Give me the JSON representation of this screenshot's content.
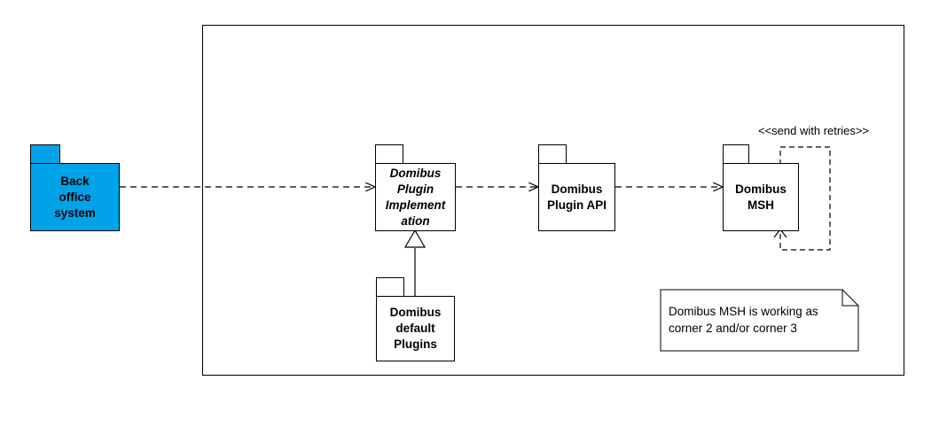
{
  "packages": {
    "back_office": {
      "label": "Back office system"
    },
    "plugin_impl": {
      "line1": "Domibus",
      "line2": "Plugin",
      "line3": "Implement",
      "line4": "ation"
    },
    "plugin_api": {
      "line1": "Domibus",
      "line2": "Plugin API"
    },
    "msh": {
      "line1": "Domibus",
      "line2": "MSH"
    },
    "default_plugins": {
      "line1": "Domibus",
      "line2": "default",
      "line3": "Plugins"
    }
  },
  "labels": {
    "self_loop": "<<send with retries>>"
  },
  "note": {
    "line1": "Domibus MSH is working as",
    "line2": "corner 2 and/or corner 3"
  },
  "colors": {
    "back_office_fill": "#00a2e8",
    "stroke": "#000000"
  }
}
